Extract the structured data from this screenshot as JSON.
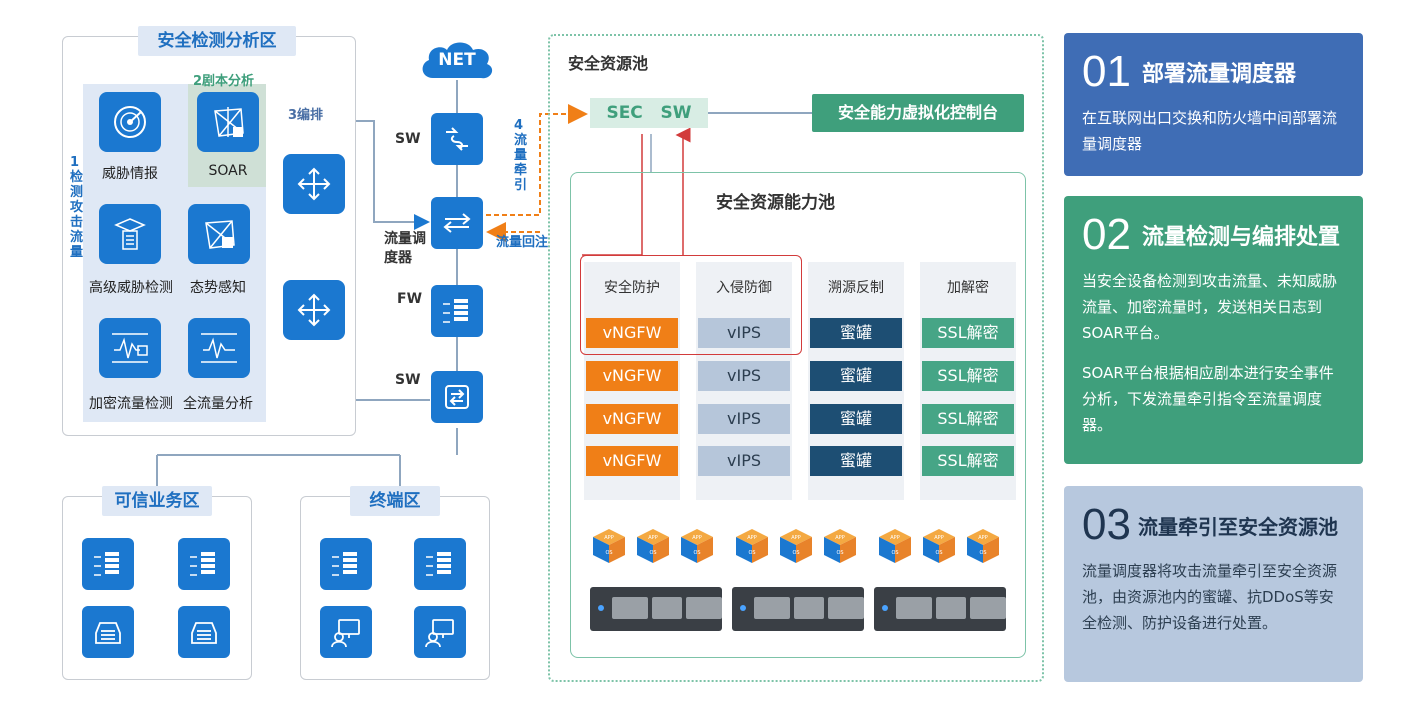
{
  "analysis_zone": {
    "title": "安全检测分析区",
    "playbook_label": "2剧本分析",
    "step1_label": "1检测攻击流量",
    "step3_label": "3编排",
    "items": {
      "threat_intel": "威胁情报",
      "soar": "SOAR",
      "advanced_detection": "高级威胁检测",
      "situational_awareness": "态势感知",
      "encrypted_detection": "加密流量检测",
      "full_traffic_analysis": "全流量分析"
    }
  },
  "network": {
    "net_label": "NET",
    "sw_top": "SW",
    "scheduler_label": "流量调度器",
    "fw_label": "FW",
    "sw_bottom": "SW",
    "step4_label": "4流量牵引",
    "return_label": "流量回注"
  },
  "trusted_zone": {
    "title": "可信业务区"
  },
  "terminal_zone": {
    "title": "终端区"
  },
  "resource_pool": {
    "title": "安全资源池",
    "sec_sw": "SEC   SW",
    "controller": "安全能力虚拟化控制台",
    "capability_pool_title": "安全资源能力池",
    "columns": [
      {
        "head": "安全防护",
        "cells": [
          "vNGFW",
          "vNGFW",
          "vNGFW",
          "vNGFW"
        ]
      },
      {
        "head": "入侵防御",
        "cells": [
          "vIPS",
          "vIPS",
          "vIPS",
          "vIPS"
        ]
      },
      {
        "head": "溯源反制",
        "cells": [
          "蜜罐",
          "蜜罐",
          "蜜罐",
          "蜜罐"
        ]
      },
      {
        "head": "加解密",
        "cells": [
          "SSL解密",
          "SSL解密",
          "SSL解密",
          "SSL解密"
        ]
      }
    ],
    "cube_label": "APP OS"
  },
  "steps": [
    {
      "num": "01",
      "title": "部署流量调度器",
      "body": "在互联网出口交换和防火墙中间部署流量调度器",
      "color": "#3f6db5"
    },
    {
      "num": "02",
      "title": "流量检测与编排处置",
      "body": "当安全设备检测到攻击流量、未知威胁流量、加密流量时，发送相关日志到SOAR平台。",
      "body2": "SOAR平台根据相应剧本进行安全事件分析，下发流量牵引指令至流量调度器。",
      "color": "#3f9f7c"
    },
    {
      "num": "03",
      "title": "流量牵引至安全资源池",
      "body": "流量调度器将攻击流量牵引至安全资源池，由资源池内的蜜罐、抗DDoS等安全检测、防护设备进行处置。",
      "color": "#b7c8de"
    }
  ],
  "colors": {
    "blue": "#1b78d0",
    "orange": "#f07f17",
    "red": "#d23b3b",
    "teal": "#46a586",
    "navy": "#1d4e73"
  }
}
